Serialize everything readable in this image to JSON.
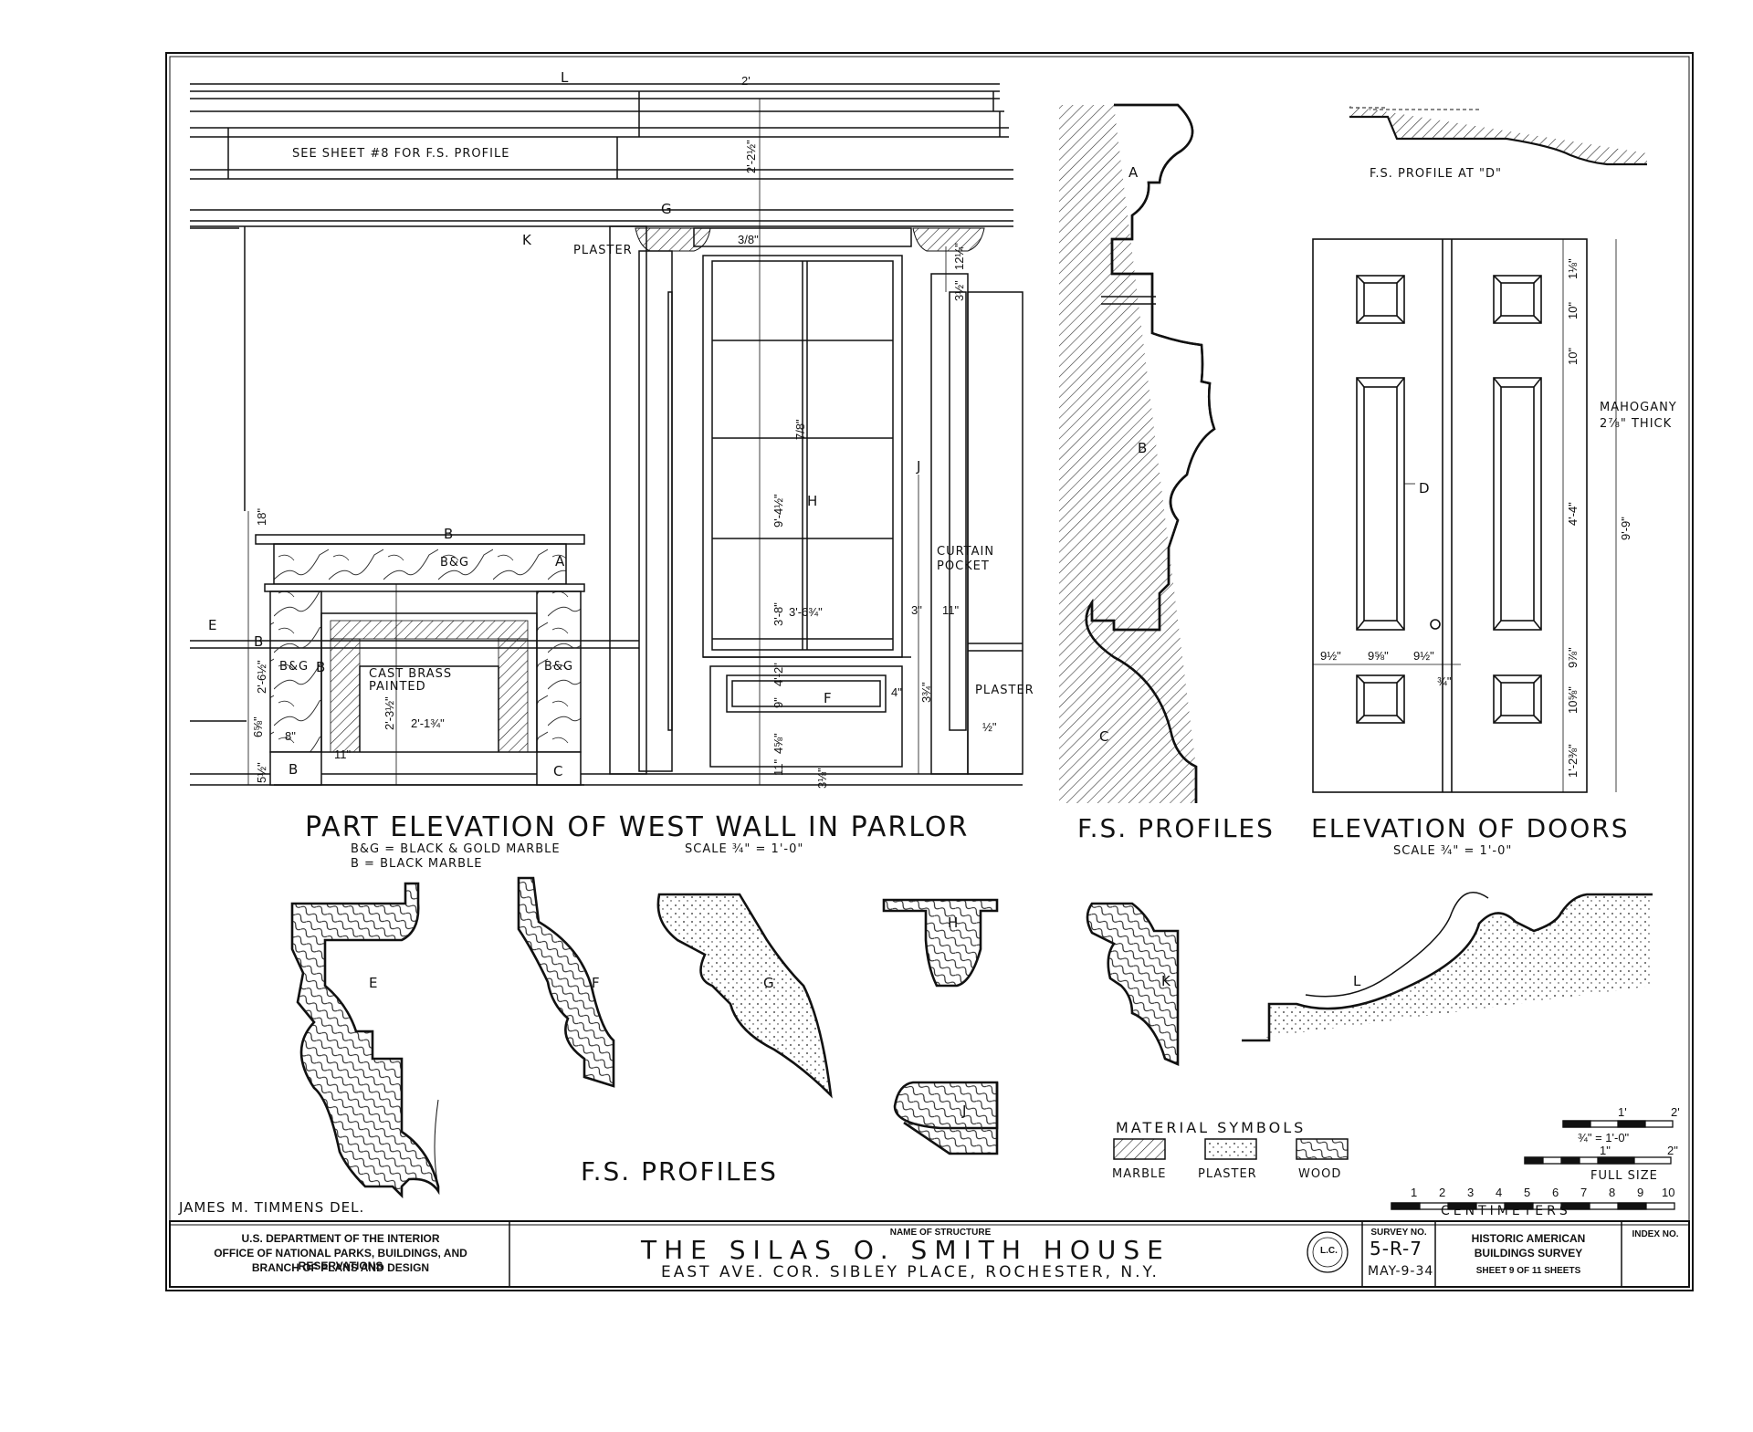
{
  "drawing": {
    "parlor": {
      "title": "PART ELEVATION OF WEST WALL IN PARLOR",
      "legend_bg": "B&G = BLACK & GOLD MARBLE",
      "legend_b": "B    = BLACK  MARBLE",
      "scale": "SCALE ¾\" = 1'-0\"",
      "notes": {
        "fs_profile_ref": "SEE SHEET #8 FOR F.S. PROFILE",
        "plaster_left": "PLASTER",
        "plaster_right": "PLASTER",
        "curtain": "CURTAIN",
        "pocket": "POCKET",
        "cast_brass": "CAST BRASS",
        "painted": "PAINTED"
      },
      "letters": {
        "L": "L",
        "K": "K",
        "G": "G",
        "H": "H",
        "J": "J",
        "F": "F",
        "E": "E",
        "B1": "B",
        "B2": "B",
        "B3": "B",
        "B4": "B",
        "A": "A",
        "C": "C",
        "BG1": "B&G",
        "BG2": "B&G",
        "BG3": "B&G"
      },
      "dims": {
        "d2": "2'",
        "d2_2": "2'-2½\"",
        "d3_8": "3/8\"",
        "d12": "12¼\"",
        "d3_5": "3½\"",
        "d7_8": "7/8\"",
        "d9_4": "9'-4½\"",
        "d3_8b": "3'-8\"",
        "d3_6": "3'-6¾\"",
        "d4_2": "4'-2\"",
        "d9": "9\"",
        "d45": "4⅝\"",
        "d11": "11\"",
        "d34": "3⅛\"",
        "d4": "4\"",
        "d3_4": "3¾\"",
        "d3": "3\"",
        "d11b": "11\"",
        "d12b": "½\"",
        "d18": "18\"",
        "d2_6": "2'-6½\"",
        "d2_3": "2'-3½\"",
        "d2_1": "2'-1¾\"",
        "d6": "6⅝\"",
        "d8": "8\"",
        "d5": "5½\"",
        "d11c": "11\""
      }
    },
    "fs_profiles_upper": {
      "title": "F.S. PROFILES",
      "labels": {
        "A": "A",
        "B": "B",
        "C": "C"
      }
    },
    "doors": {
      "title": "ELEVATION OF DOORS",
      "scale": "SCALE ¾\" = 1'-0\"",
      "profile_d": "F.S. PROFILE AT \"D\"",
      "label_d": "D",
      "mahogany": "MAHOGANY",
      "thick": "2⅞\" THICK",
      "dims": {
        "d118": "1⅛\"",
        "d10a": "10\"",
        "d10b": "10\"",
        "d4_4": "4'-4\"",
        "d97": "9⅞\"",
        "d106": "10⅝\"",
        "d1_2": "1'-2⅜\"",
        "d9_9": "9'-9\"",
        "w1": "9½\"",
        "w2": "9⅝\"",
        "w3": "9½\"",
        "w4": "¾\""
      }
    },
    "fs_profiles_lower": {
      "title": "F.S. PROFILES",
      "labels": {
        "E": "E",
        "F": "F",
        "G": "G",
        "H": "H",
        "J": "J",
        "K": "K",
        "L": "L"
      }
    },
    "materials": {
      "title": "MATERIAL SYMBOLS",
      "items": [
        "MARBLE",
        "PLASTER",
        "WOOD"
      ]
    },
    "scales": {
      "s1": "1'",
      "s2": "2'",
      "s3": "¾\" = 1'-0\"",
      "s4": "1\"",
      "s5": "2\"",
      "full": "FULL SIZE",
      "numbers": [
        "1",
        "2",
        "3",
        "4",
        "5",
        "6",
        "7",
        "8",
        "9",
        "10"
      ],
      "centimeters": "CENTIMETERS"
    },
    "delineator": "JAMES M. TIMMENS  DEL."
  },
  "title_block": {
    "dept_1": "U.S. DEPARTMENT OF THE INTERIOR",
    "dept_2": "OFFICE OF NATIONAL PARKS, BUILDINGS, AND RESERVATIONS",
    "dept_3": "BRANCH OF PLANS AND DESIGN",
    "name_label": "NAME OF STRUCTURE",
    "structure": "THE SILAS  O. SMITH  HOUSE",
    "address": "EAST AVE. COR. SIBLEY PLACE, ROCHESTER, N.Y.",
    "seal": "L.C.",
    "survey_label": "SURVEY NO.",
    "survey_no": "5-R-7",
    "date": "MAY-9-34",
    "habs_1": "HISTORIC AMERICAN",
    "habs_2": "BUILDINGS SURVEY",
    "sheet": "SHEET 9 OF 11 SHEETS",
    "index_label": "INDEX NO."
  }
}
